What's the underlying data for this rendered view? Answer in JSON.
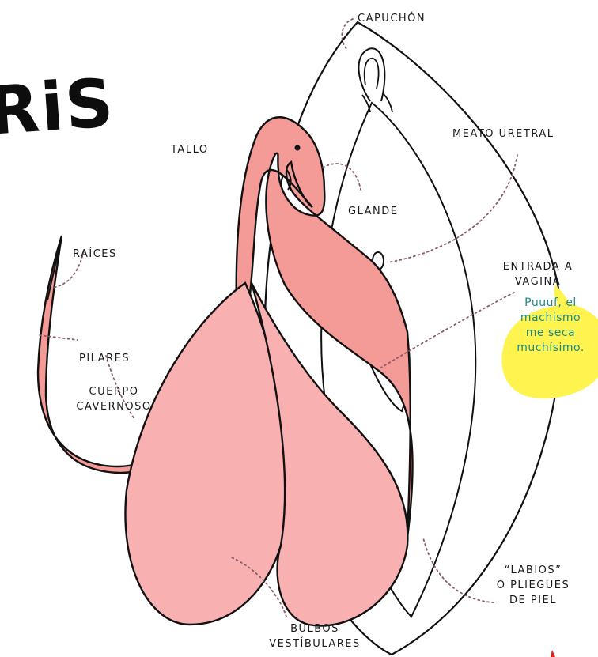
{
  "title": "RiS",
  "labels": {
    "capuchon": "Capuchón",
    "tallo": "tallo",
    "meato": "meato uretral",
    "glande": "Glande",
    "raices": "raíces",
    "entrada_line1": "entrada a",
    "entrada_line2": "vagina",
    "pilares": "pilares",
    "cuerpo_line1": "cuerpo",
    "cuerpo_line2": "cavernoso",
    "labios_line1": "“labios”",
    "labios_line2": "o pliegues",
    "labios_line3": "de piel",
    "bulbos_line1": "bulbos",
    "bulbos_line2": "vestíbulares"
  },
  "bubble": {
    "text_line1": "Puuuf, el",
    "text_line2": "machismo",
    "text_line3": "me seca",
    "text_line4": "muchísimo."
  },
  "colors": {
    "body_pink": "#f49a97",
    "bulb_pink": "#f9b0b0",
    "outline": "#111111",
    "dotted": "#8a5a6a",
    "bubble_fill": "#fff44f",
    "bubble_text": "#1a8a8a",
    "accent_red": "#e0201c"
  }
}
